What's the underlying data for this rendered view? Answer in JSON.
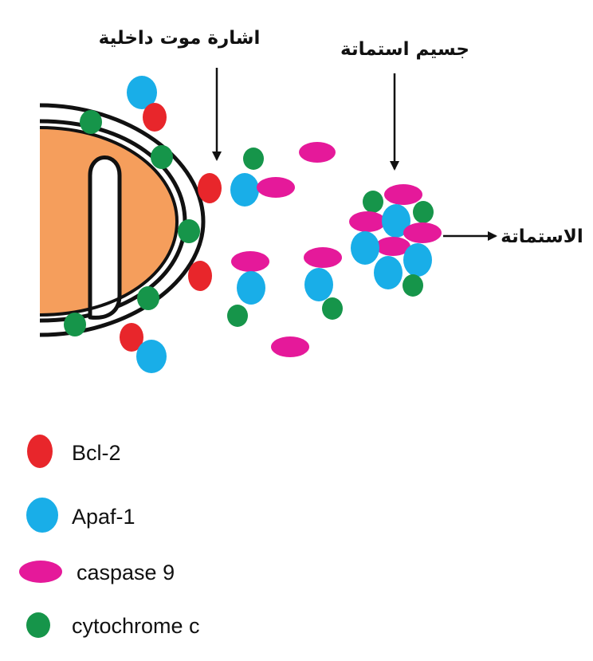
{
  "labels": {
    "internal_death_signal": "اشارة موت داخلية",
    "apoptosome": "جسيم استماتة",
    "apoptosis": "الاستماتة"
  },
  "legend": {
    "bcl2": "Bcl-2",
    "apaf1": "Apaf-1",
    "caspase9": "caspase 9",
    "cytochrome_c": "cytochrome c"
  },
  "colors": {
    "bcl2": "#e8262b",
    "apaf1": "#19aee8",
    "caspase9": "#e5199a",
    "cytochrome_c": "#16954a",
    "mitochondrion_matrix": "#f59e5c",
    "outline": "#111111"
  }
}
